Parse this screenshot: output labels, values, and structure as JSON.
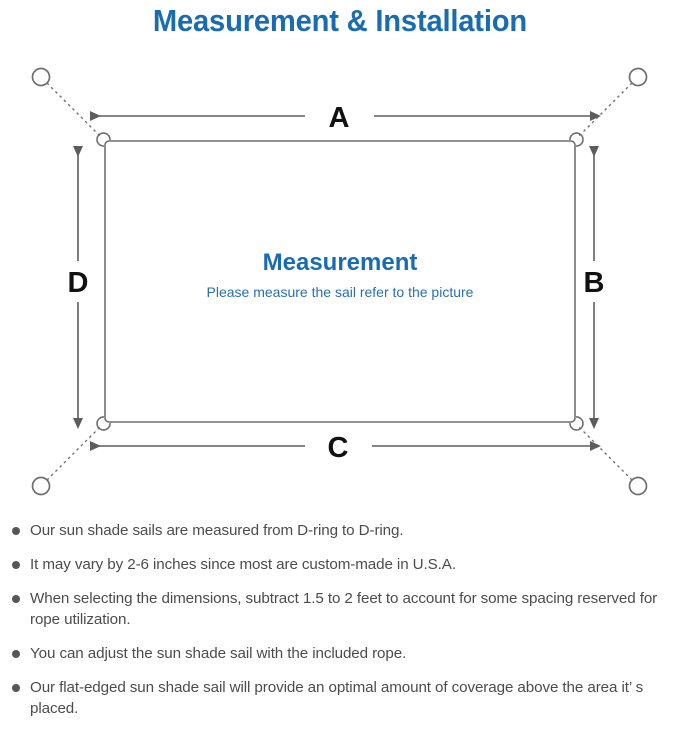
{
  "header": {
    "title": "Measurement & Installation",
    "title_color": "#1a6cb0"
  },
  "diagram": {
    "center_title": "Measurement",
    "center_subtitle": "Please measure the sail refer to the picture",
    "dimension_labels": {
      "top": "A",
      "right": "B",
      "bottom": "C",
      "left": "D"
    },
    "element_names": {
      "sail": "shade-sail-rectangle",
      "d_ring": "d-ring",
      "anchor_point": "anchor-point-circle",
      "rope": "rope-dotted-line"
    },
    "colors": {
      "outline": "#6f6f6f",
      "arrow": "#5d5d5d",
      "label": "#111111",
      "text_blue": "#1a6cb0"
    }
  },
  "notes": [
    "Our sun shade sails are measured from D-ring to D-ring.",
    "It may vary by 2-6 inches since most are custom-made in U.S.A.",
    "When selecting the dimensions, subtract 1.5 to 2 feet to account for some spacing reserved for rope utilization.",
    "You can adjust the sun shade sail with the included rope.",
    "Our flat-edged sun shade sail will provide an optimal amount of coverage above the area it’ s placed."
  ]
}
